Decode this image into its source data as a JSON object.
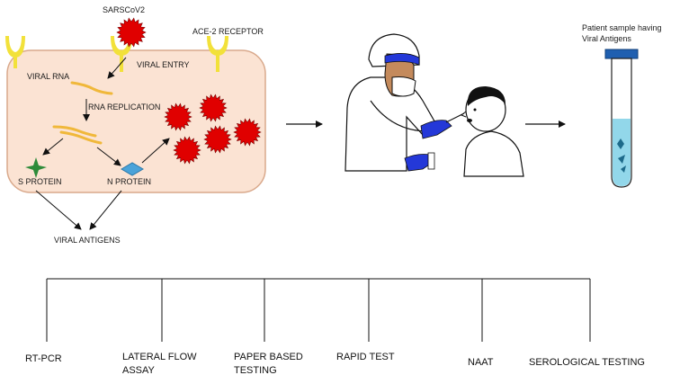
{
  "virus_diagram": {
    "virus_label": "SARSCoV2",
    "receptor_label": "ACE-2 RECEPTOR",
    "viral_rna_label": "VIRAL RNA",
    "viral_entry_label": "VIRAL ENTRY",
    "rna_replication_label": "RNA REPLICATION",
    "s_protein_label": "S PROTEIN",
    "n_protein_label": "N PROTEIN",
    "viral_antigens_label": "VIRAL ANTIGENS"
  },
  "sample": {
    "line1": "Patient sample having",
    "line2": "Viral Antigens"
  },
  "tests": [
    {
      "lines": [
        "RT-PCR"
      ]
    },
    {
      "lines": [
        "LATERAL FLOW",
        "ASSAY"
      ]
    },
    {
      "lines": [
        "PAPER BASED",
        "TESTING"
      ]
    },
    {
      "lines": [
        "RAPID TEST"
      ]
    },
    {
      "lines": [
        "NAAT"
      ]
    },
    {
      "lines": [
        "SEROLOGICAL TESTING"
      ]
    }
  ],
  "colors": {
    "cell_fill": "#fbe3d3",
    "cell_stroke": "#d9a98c",
    "receptor": "#f2e13a",
    "virus": "#e00000",
    "rna": "#f0b83a",
    "s_protein": "#2e8b3a",
    "n_protein": "#4aa3d9",
    "glove": "#2438d8",
    "tube_cap": "#1f5fb0",
    "tube_liquid": "#7fd0e6"
  }
}
